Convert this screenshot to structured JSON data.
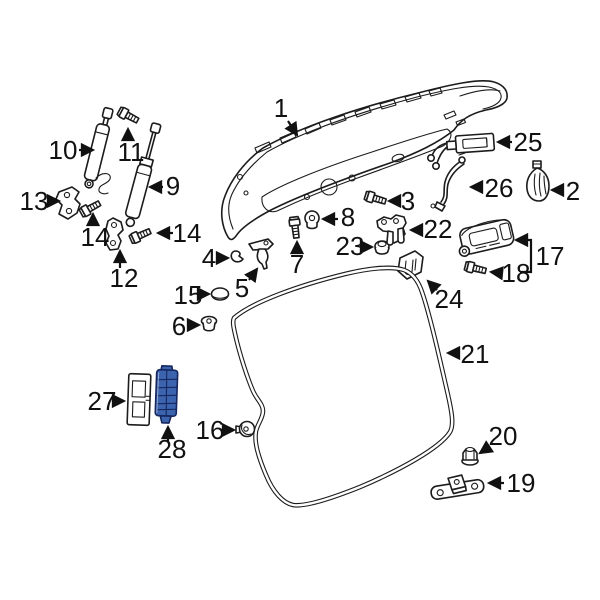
{
  "colors": {
    "line": "#1c1c1c",
    "label": "#111111",
    "part_fill": "#ffffff",
    "highlight_fill": "#3b63ae",
    "highlight_light": "#8fa6d4",
    "highlight_stroke": "#16275e"
  },
  "callouts": {
    "c1": {
      "label": "1"
    },
    "c2": {
      "label": "2"
    },
    "c3": {
      "label": "3"
    },
    "c4": {
      "label": "4"
    },
    "c5": {
      "label": "5"
    },
    "c6": {
      "label": "6"
    },
    "c7": {
      "label": "7"
    },
    "c8": {
      "label": "8"
    },
    "c9": {
      "label": "9"
    },
    "c10": {
      "label": "10"
    },
    "c11": {
      "label": "11"
    },
    "c12": {
      "label": "12"
    },
    "c13": {
      "label": "13"
    },
    "c14a": {
      "label": "14"
    },
    "c14b": {
      "label": "14"
    },
    "c15": {
      "label": "15"
    },
    "c16": {
      "label": "16"
    },
    "c17": {
      "label": "17"
    },
    "c18": {
      "label": "18"
    },
    "c19": {
      "label": "19"
    },
    "c20": {
      "label": "20"
    },
    "c21": {
      "label": "21"
    },
    "c22": {
      "label": "22"
    },
    "c23": {
      "label": "23"
    },
    "c24": {
      "label": "24"
    },
    "c25": {
      "label": "25"
    },
    "c26": {
      "label": "26"
    },
    "c27": {
      "label": "27"
    },
    "c28": {
      "label": "28"
    }
  }
}
